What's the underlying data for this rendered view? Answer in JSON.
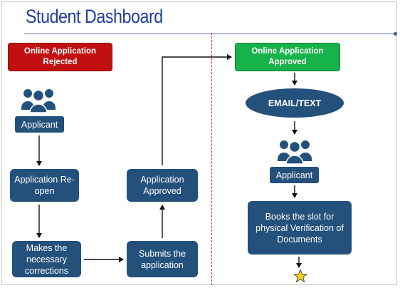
{
  "title": "Student Dashboard",
  "left": {
    "status": "Online Application Rejected",
    "applicant": "Applicant",
    "reopen": "Application Re-open",
    "corrections": "Makes the necessary corrections",
    "submits": "Submits the application",
    "approved": "Application Approved"
  },
  "right": {
    "status": "Online Application Approved",
    "notify": "EMAIL/TEXT",
    "applicant": "Applicant",
    "book": "Books the slot for physical Verification of Documents"
  },
  "colors": {
    "box": "#24507c",
    "rejected": "#c20f10",
    "approved": "#16b24a",
    "title": "#1f3d99",
    "divider": "#c0302d"
  }
}
